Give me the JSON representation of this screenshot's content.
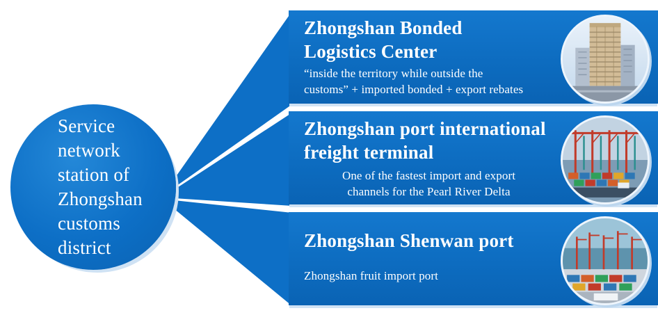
{
  "colors": {
    "primary_blue": "#0d6fc6",
    "shadow_blue": "#cfe2f4",
    "text_white": "#ffffff"
  },
  "hub": {
    "lines": [
      "Service",
      "network",
      "station of",
      "Zhongshan",
      "customs",
      "district"
    ]
  },
  "panels": [
    {
      "title": "Zhongshan Bonded\nLogistics Center",
      "subtitle": "“inside the territory while outside the\ncustoms” + imported bonded + export rebates",
      "image": "bonded-logistics-building-photo"
    },
    {
      "title": "Zhongshan port international\nfreight terminal",
      "subtitle": "One of the fastest import and export\nchannels for the Pearl River Delta",
      "image": "freight-terminal-cranes-photo"
    },
    {
      "title": "Zhongshan Shenwan port",
      "subtitle": "Zhongshan fruit import port",
      "image": "shenwan-port-photo"
    }
  ]
}
